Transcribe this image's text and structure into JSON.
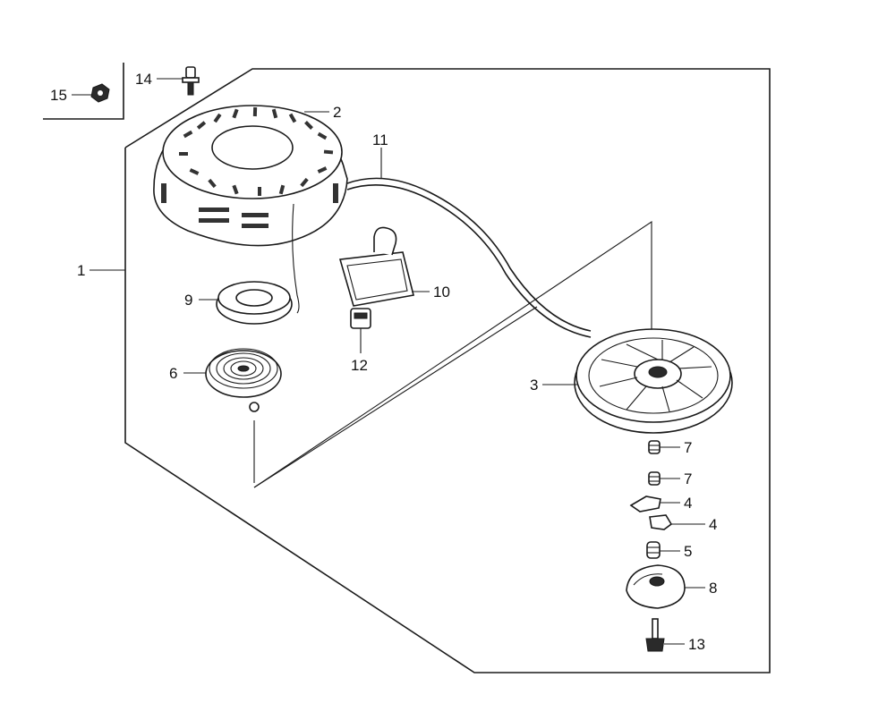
{
  "callouts": {
    "p1": "1",
    "p2": "2",
    "p3": "3",
    "p4a": "4",
    "p4b": "4",
    "p5": "5",
    "p6": "6",
    "p7a": "7",
    "p7b": "7",
    "p8": "8",
    "p9": "9",
    "p10": "10",
    "p11": "11",
    "p12": "12",
    "p13": "13",
    "p14": "14",
    "p15": "15"
  },
  "colors": {
    "line": "#1a1a1a",
    "background": "#ffffff"
  }
}
